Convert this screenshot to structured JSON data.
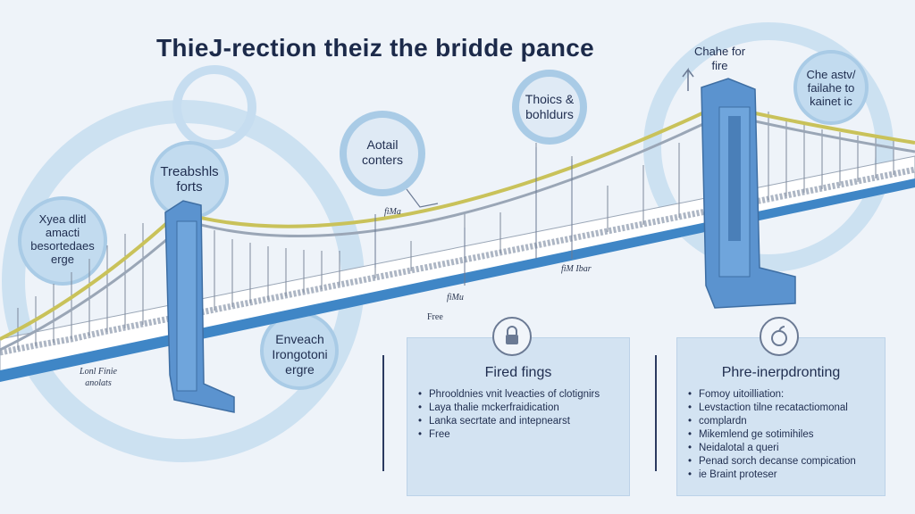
{
  "title": "ThieJ-rection theiz the bridde pance",
  "bubbles": {
    "top_left_tower": [
      "Treabshls",
      "forts"
    ],
    "left_edge": [
      "Xyea dlitl",
      "amacti",
      "besortedaes",
      "erge"
    ],
    "deck_left": [
      "Enveach",
      "Irongotoni",
      "ergre"
    ],
    "center": [
      "Aotail",
      "conters"
    ],
    "upper_center": [
      "Thoics &",
      "bohldurs"
    ],
    "right_tower_top": [
      "Chahe for",
      "fire"
    ],
    "right_edge": [
      "Che astv/",
      "failahe to",
      "kainet ic"
    ]
  },
  "labels": {
    "left_bottom": [
      "Lonl Finie",
      "anolats"
    ],
    "mid_a": "fiMa",
    "mid_b": "fiMu",
    "mid_c": "fiM Ibar",
    "mid_d": "Free"
  },
  "panels": [
    {
      "title": "Fired fings",
      "icon": "lock-icon",
      "items": [
        "Phrooldnies vnit lveacties of clotignirs",
        "Laya thalie mckerfraidication",
        "Lanka secrtate and intepnearst",
        "Free"
      ]
    },
    {
      "title": "Phre-inerpdronting",
      "icon": "apple-icon",
      "items": [
        "Fomoy uitoilliation:",
        "Levstaction tilne recatactiomonal",
        "complardn",
        "Mikemlend ge sotimihiles",
        "Neidalotal a queri",
        "Penad sorch decanse compication",
        "ie Braint proteser"
      ]
    }
  ],
  "colors": {
    "background": "#eef3f9",
    "tower": "#5b93cf",
    "cable_yellow": "#c9c25a",
    "cable_grey": "#9aa6b6",
    "bubble": "#b8d6ee",
    "panel": "#d3e3f2",
    "deck_blue": "#3f86c6"
  }
}
